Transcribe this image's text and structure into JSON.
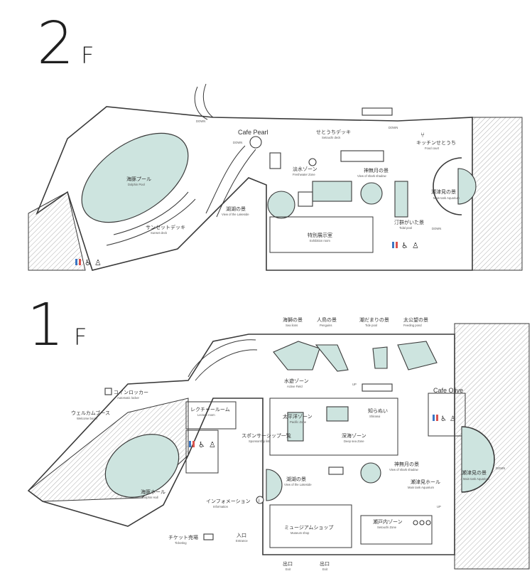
{
  "floor2": {
    "floor_number": "2",
    "floor_suffix": "F",
    "labels": {
      "cafe_pearl": "Cafe Pearl",
      "setouchi_deck_jp": "せとうちデッキ",
      "setouchi_deck_en": "Setouchi deck",
      "kitchen_jp": "キッチンせとうち",
      "kitchen_en": "Food court",
      "dolphin_pool_jp": "海豚プール",
      "dolphin_pool_en": "Dolphin Pool",
      "freshwater_jp": "淡水ゾーン",
      "freshwater_en": "Freshwater Zone",
      "shark_shadow_jp": "神無月の景",
      "shark_shadow_en": "View of shark shadow",
      "main_tank_jp": "瀬津見の景",
      "main_tank_en": "Main tank Aquarium",
      "lake_jp": "湖湖の景",
      "lake_en": "View of the Lakeside",
      "sunset_deck_jp": "サンセットデッキ",
      "sunset_deck_en": "Sunset deck",
      "tidal_jp": "汀群がいた景",
      "tidal_en": "Tidal pool",
      "exhibition_jp": "特別展示室",
      "exhibition_en": "Exhibition room",
      "down": "DOWN"
    }
  },
  "floor1": {
    "floor_number": "1",
    "floor_suffix": "F",
    "labels": {
      "sea_lions_jp": "海獅の景",
      "sea_lions_en": "Sea lions",
      "penguins_jp": "人鳥の景",
      "penguins_en": "Penguins",
      "tide_pool_jp": "潮だまりの景",
      "tide_pool_en": "Tide pool",
      "feeding_pond_jp": "太公望の景",
      "feeding_pond_en": "Feeding pond",
      "active_field_jp": "水遊ゾーン",
      "active_field_en": "Active Field",
      "coin_locker_jp": "コインロッカー",
      "coin_locker_en": "Automatic locker",
      "lecture_jp": "レクチャールーム",
      "lecture_en": "Lecture room",
      "welcome_jp": "ウェルカムブース",
      "welcome_en": "Welcome booth",
      "pacific_jp": "太平洋ゾーン",
      "pacific_en": "Pacific Zone",
      "deep_sea_jp": "深海ゾーン",
      "deep_sea_en": "Deep sea Zone",
      "shiranui_jp": "知らぬい",
      "shiranui_en": "Shiranui",
      "cafe_olive": "Cafe Olive",
      "sponsor_jp": "スポンサーシップ一覧",
      "sponsor_en": "Sponsorship list",
      "shark_shadow_jp": "神無月の景",
      "shark_shadow_en": "View of shark shadow",
      "main_hall_jp": "瀬津見ホール",
      "main_hall_en": "Main tank Aquarium",
      "main_tank_jp": "瀬津見の景",
      "main_tank_en": "Main tank Aquarium",
      "lake_jp": "湖湖の景",
      "lake_en": "View of the Lakeside",
      "dolphin_hall_jp": "海豚ホール",
      "dolphin_hall_en": "Dolphin Hall",
      "information_jp": "インフォメーション",
      "information_en": "Information",
      "museum_shop_jp": "ミュージアムショップ",
      "museum_shop_en": "Museum shop",
      "setouchi_zone_jp": "瀬戸内ゾーン",
      "setouchi_zone_en": "Setouchi Zone",
      "ticketing_jp": "チケット売場",
      "ticketing_en": "Ticketing",
      "entrance_jp": "入口",
      "entrance_en": "Entrance",
      "exit_jp": "出口",
      "exit_en": "Exit",
      "exit2_jp": "出口",
      "exit2_en": "Exit",
      "up": "UP",
      "down": "DOWN"
    }
  }
}
